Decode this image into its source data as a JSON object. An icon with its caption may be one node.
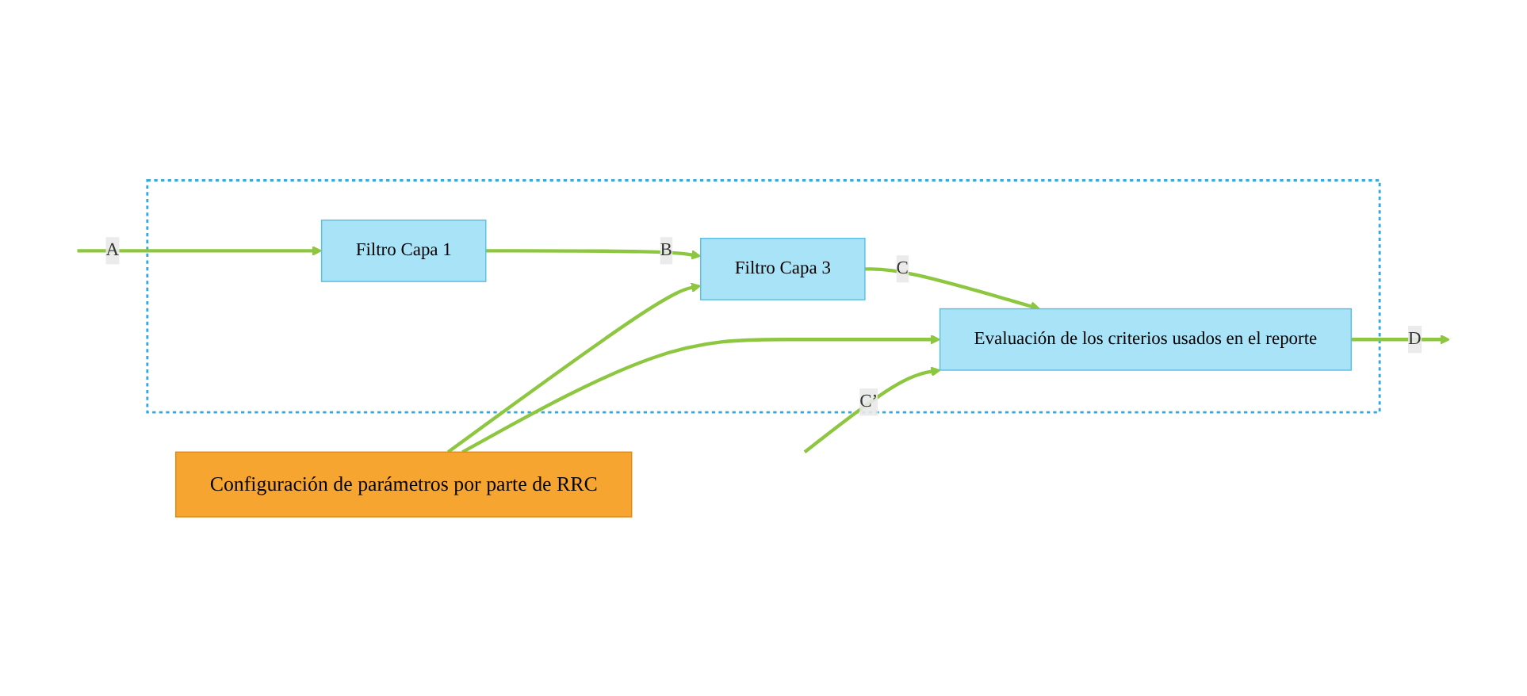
{
  "diagram": {
    "nodes": [
      {
        "text": [
          "Configuración de parámetros por parte de RRC"
        ]
      },
      {
        "text": [],
        "shape": "box"
      },
      {
        "text": [
          "Filtro Capa 1"
        ],
        "in": 1
      },
      {
        "text": [
          "Filtro Capa 3"
        ],
        "in": 1
      },
      {
        "text": [
          "Evaluación de los criterios usados en el reporte"
        ],
        "in": 1
      }
    ],
    "edges": [
      {
        "from": null,
        "to": 2,
        "arrow": "to",
        "label": "A",
        "color": "#8dc63f"
      },
      {
        "from": 2,
        "to": 3,
        "arrow": "to",
        "label": "B",
        "color": "#8dc63f"
      },
      {
        "from": 0,
        "to": 3,
        "arrow": "to",
        "color": "#8dc63f"
      },
      {
        "from": 0,
        "to": 4,
        "arrow": "to",
        "color": "#8dc63f"
      },
      {
        "from": 3,
        "to": 4,
        "arrow": "to",
        "label": "C",
        "color": "#8dc63f"
      },
      {
        "from": null,
        "to": 4,
        "arrow": "to",
        "label": "C’",
        "color": "#8dc63f"
      },
      {
        "from": 4,
        "to": null,
        "arrow": "to",
        "label": "D",
        "color": "#8dc63f"
      }
    ]
  }
}
